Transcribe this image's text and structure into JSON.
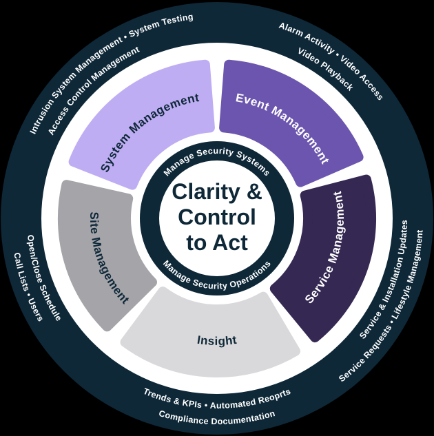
{
  "diagram_title": "Clarity & Control to Act wheel",
  "colors": {
    "background": "#000000",
    "navy": "#0E2838",
    "white": "#FFFFFF"
  },
  "center": {
    "title_lines": [
      "Clarity &",
      "Control",
      "to Act"
    ],
    "ring_top": "Manage Security Systems",
    "ring_bottom": "Manage Security Operations"
  },
  "segments": [
    {
      "label": "System Management",
      "color": "#BFADF3",
      "text_color": "#0E2838"
    },
    {
      "label": "Event Management",
      "color": "#6C55AE",
      "text_color": "#FFFFFF"
    },
    {
      "label": "Service Management",
      "color": "#352853",
      "text_color": "#FFFFFF"
    },
    {
      "label": "Insight",
      "color": "#D9D9DB",
      "text_color": "#0E2838"
    },
    {
      "label": "Site Management",
      "color": "#A5A4A9",
      "text_color": "#0E2838"
    }
  ],
  "outer_labels": {
    "top_left_outer": "Intrusion System Management  •  System Testing",
    "top_left_inner": "Access Control Management",
    "top_right_outer": "Alarm Activity  •  Video Access",
    "top_right_inner": "Video Playback",
    "right_inner": "Service & Installation Updates",
    "right_outer": "Service Requests  •  Lifestyle Management",
    "bottom_inner": "Trends & KPIs  •  Automated Reoprts",
    "bottom_outer": "Compliance Documentation",
    "left_inner": "Open/Close Schedule",
    "left_outer": "Call Lists  •  Users"
  }
}
